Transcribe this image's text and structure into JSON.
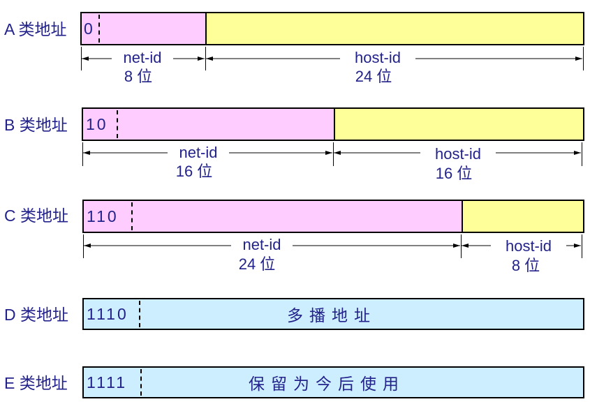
{
  "classes": {
    "a": {
      "label": "A 类地址",
      "prefix": "0",
      "net_label": "net-id",
      "net_bits": "8 位",
      "host_label": "host-id",
      "host_bits": "24 位"
    },
    "b": {
      "label": "B 类地址",
      "prefix": "10",
      "net_label": "net-id",
      "net_bits": "16 位",
      "host_label": "host-id",
      "host_bits": "16 位"
    },
    "c": {
      "label": "C 类地址",
      "prefix": "110",
      "net_label": "net-id",
      "net_bits": "24 位",
      "host_label": "host-id",
      "host_bits": "8 位"
    },
    "d": {
      "label": "D 类地址",
      "prefix": "1110",
      "text": "多播地址"
    },
    "e": {
      "label": "E 类地址",
      "prefix": "1111",
      "text": "保留为今后使用"
    }
  },
  "colors": {
    "net_fill": "#ffccff",
    "host_fill": "#ffff99",
    "special_fill": "#cceeff",
    "text": "#22228a"
  }
}
